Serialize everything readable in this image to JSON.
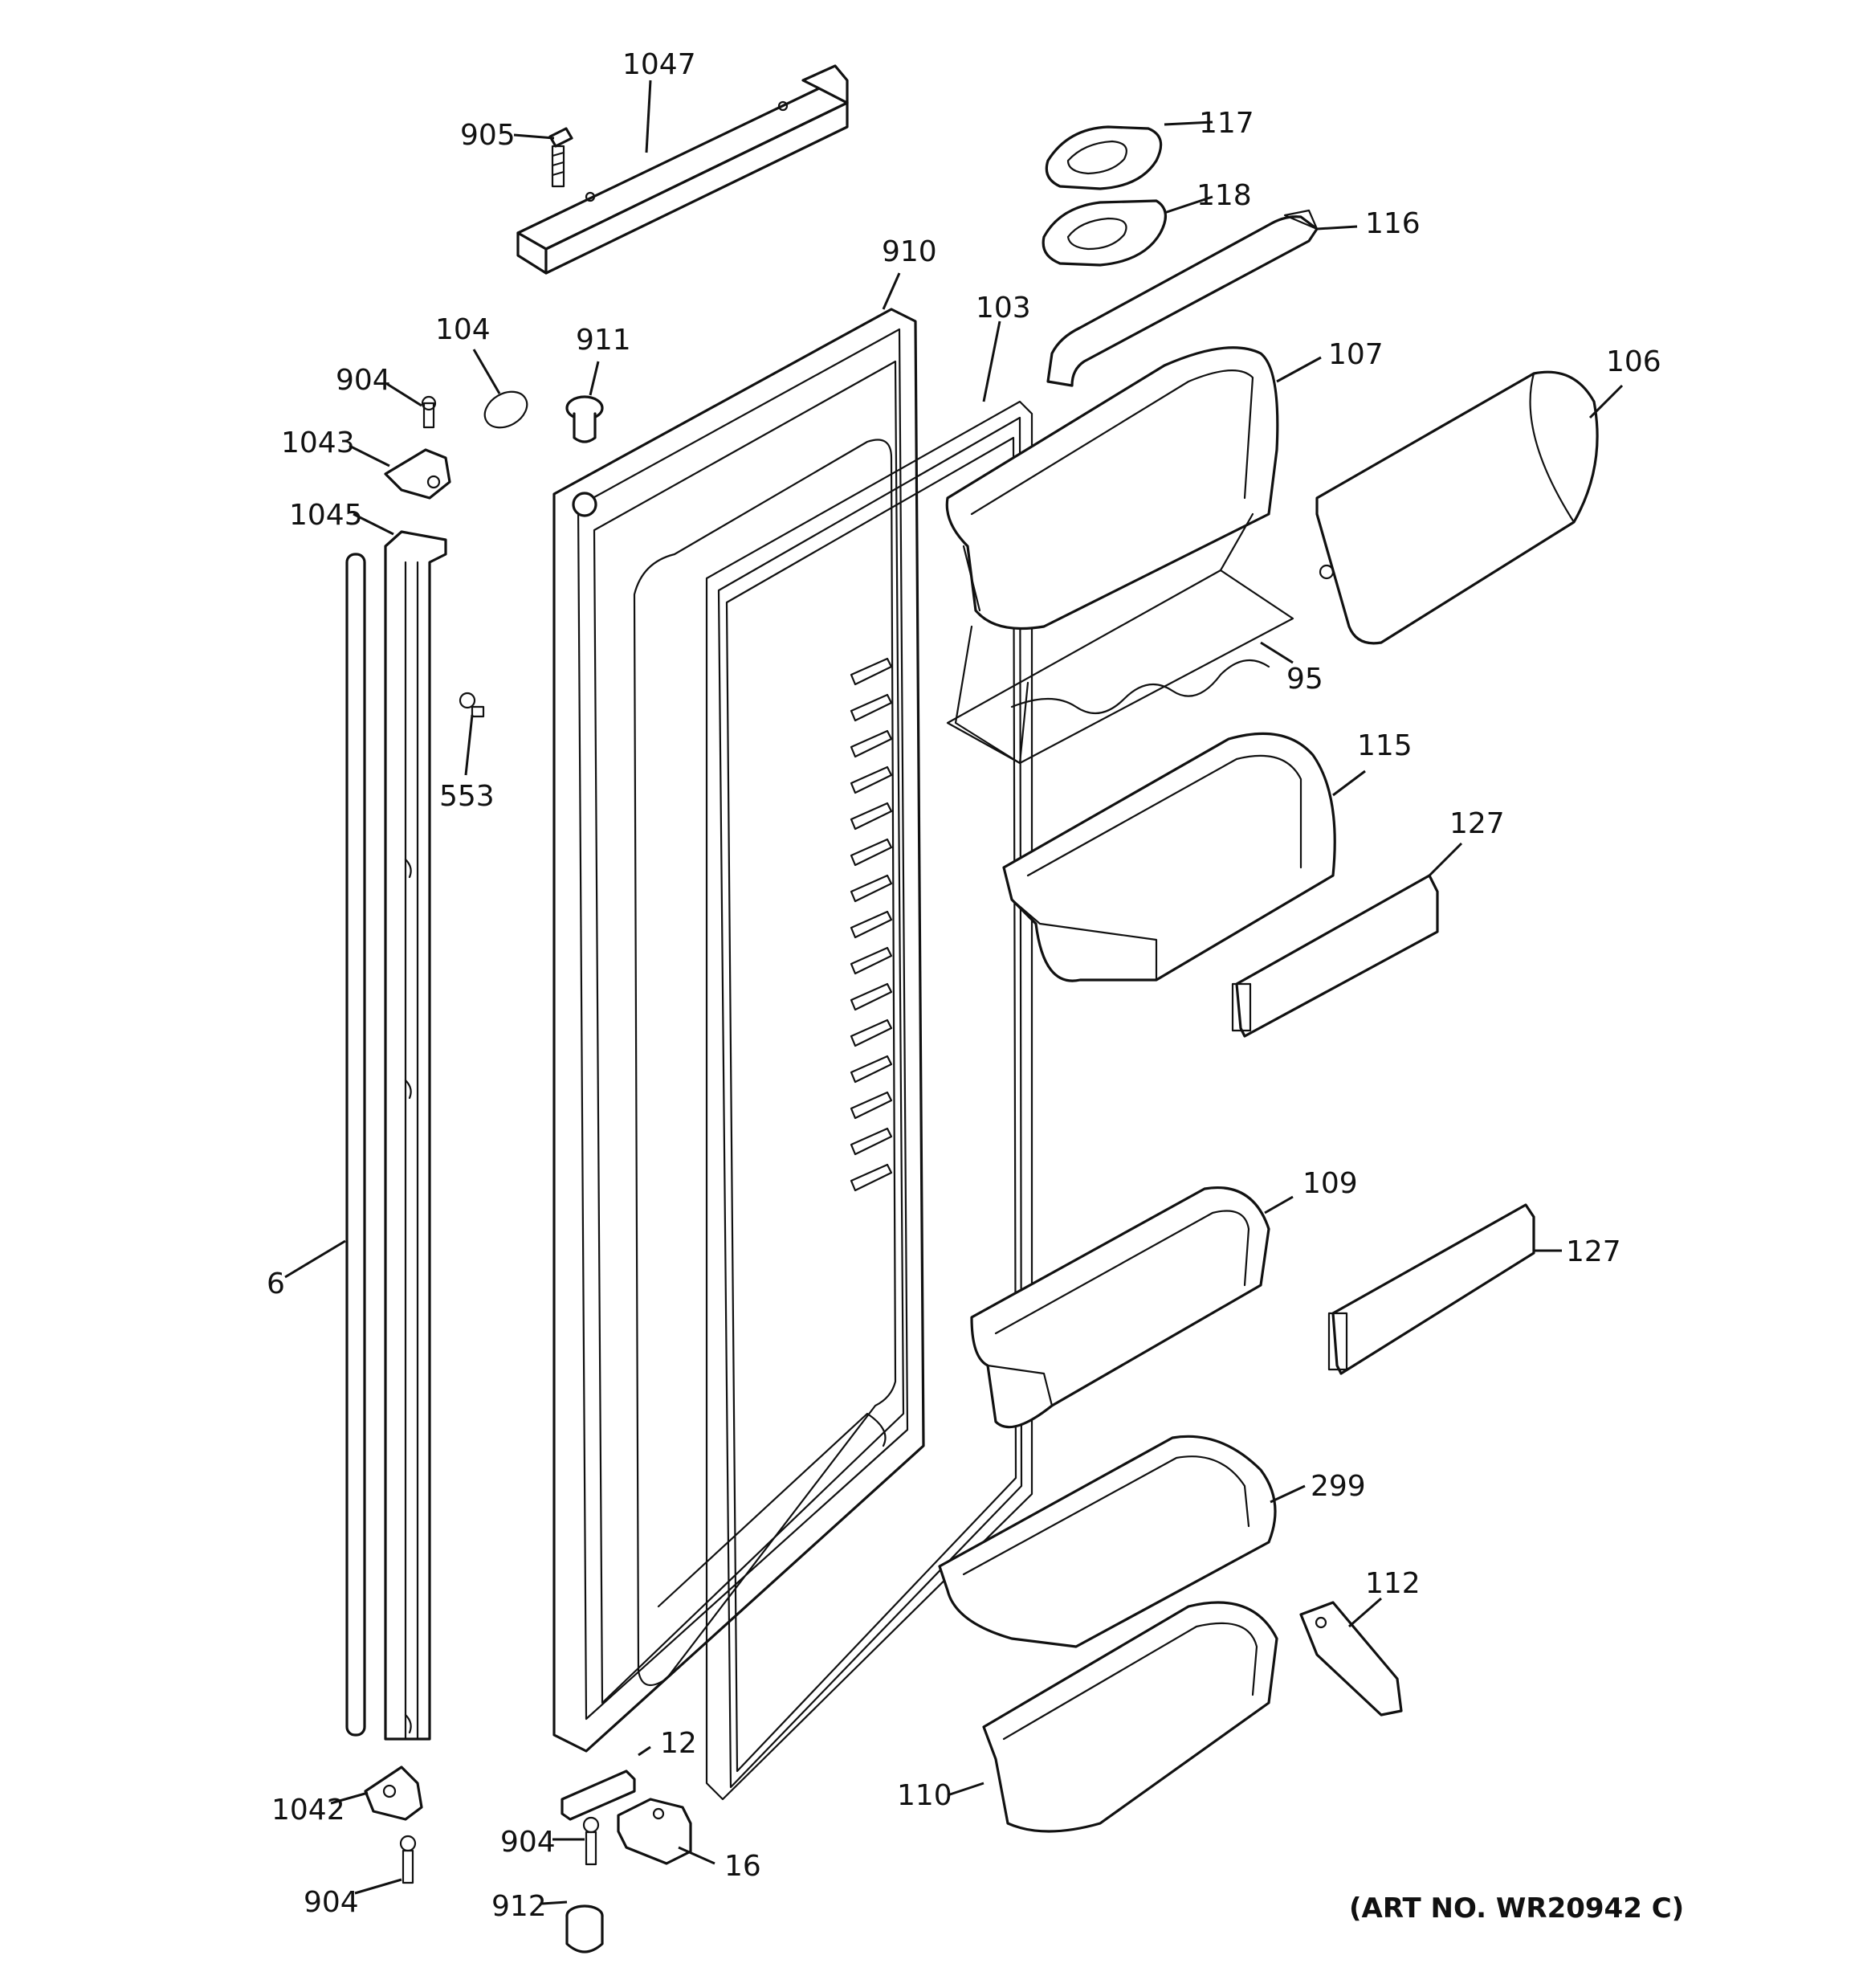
{
  "callouts": {
    "c1047": "1047",
    "c905": "905",
    "c117": "117",
    "c118": "118",
    "c116": "116",
    "c910": "910",
    "c103": "103",
    "c104": "104",
    "c911": "911",
    "c904a": "904",
    "c1043": "1043",
    "c1045": "1045",
    "c107": "107",
    "c106": "106",
    "c95": "95",
    "c553": "553",
    "c115": "115",
    "c127a": "127",
    "c6": "6",
    "c109": "109",
    "c127b": "127",
    "c299": "299",
    "c112": "112",
    "c12": "12",
    "c1042": "1042",
    "c904b": "904",
    "c16": "16",
    "c110": "110",
    "c904c": "904",
    "c912": "912"
  },
  "art_number": "(ART NO. WR20942 C)"
}
